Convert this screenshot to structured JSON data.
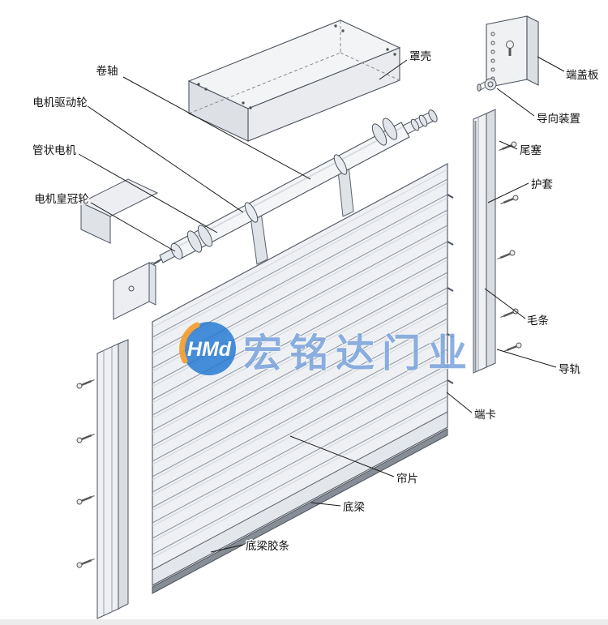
{
  "watermark": {
    "logo_text": "HMd",
    "brand": "宏铭达门业",
    "brand_color": "#7EA6DD",
    "logo_blue": "#1E76D2",
    "logo_orange": "#F59A23"
  },
  "parts": [
    {
      "id": "roller-shaft",
      "label": "卷轴"
    },
    {
      "id": "motor-drive-wheel",
      "label": "电机驱动轮"
    },
    {
      "id": "tubular-motor",
      "label": "管状电机"
    },
    {
      "id": "motor-crown-wheel",
      "label": "电机皇冠轮"
    },
    {
      "id": "cover-housing",
      "label": "罩壳"
    },
    {
      "id": "end-cover-plate",
      "label": "端盖板"
    },
    {
      "id": "guide-device",
      "label": "导向装置"
    },
    {
      "id": "tail-plug",
      "label": "尾塞"
    },
    {
      "id": "protective-sleeve",
      "label": "护套"
    },
    {
      "id": "brush-strip",
      "label": "毛条"
    },
    {
      "id": "guide-rail",
      "label": "导轨"
    },
    {
      "id": "end-clip",
      "label": "端卡"
    },
    {
      "id": "curtain-slat",
      "label": "帘片"
    },
    {
      "id": "bottom-beam",
      "label": "底梁"
    },
    {
      "id": "bottom-rubber-strip",
      "label": "底梁胶条"
    }
  ]
}
